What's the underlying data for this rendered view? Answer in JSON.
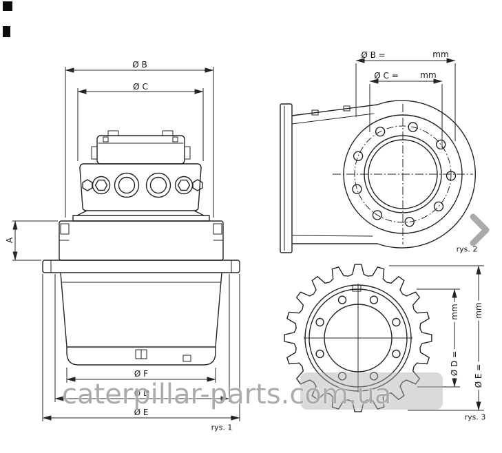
{
  "page": {
    "background": "#ffffff"
  },
  "watermark": {
    "text": "caterpillar-parts.com.ua",
    "color": "#8a8a8a"
  },
  "colors": {
    "line": "#232323",
    "chevron": "#a9a9a9"
  },
  "figures": {
    "fig1": {
      "caption": "rys. 1",
      "labels": {
        "dia_b": "Ø B",
        "dia_c": "Ø C",
        "a": "A",
        "dia_f": "Ø F",
        "dia_d": "Ø D",
        "dia_e": "Ø E"
      }
    },
    "fig2": {
      "caption": "rys. 2",
      "labels": {
        "dia_b": "Ø B =",
        "dia_b_unit": "mm",
        "dia_c": "Ø C =",
        "dia_c_unit": "mm"
      },
      "bolt_holes": 9
    },
    "fig3": {
      "caption": "rys. 3",
      "labels": {
        "dia_d": "Ø D =",
        "dia_d_unit": "mm",
        "dia_e": "Ø E =",
        "dia_e_unit": "mm"
      },
      "teeth": 20,
      "bolt_holes": 8
    }
  }
}
